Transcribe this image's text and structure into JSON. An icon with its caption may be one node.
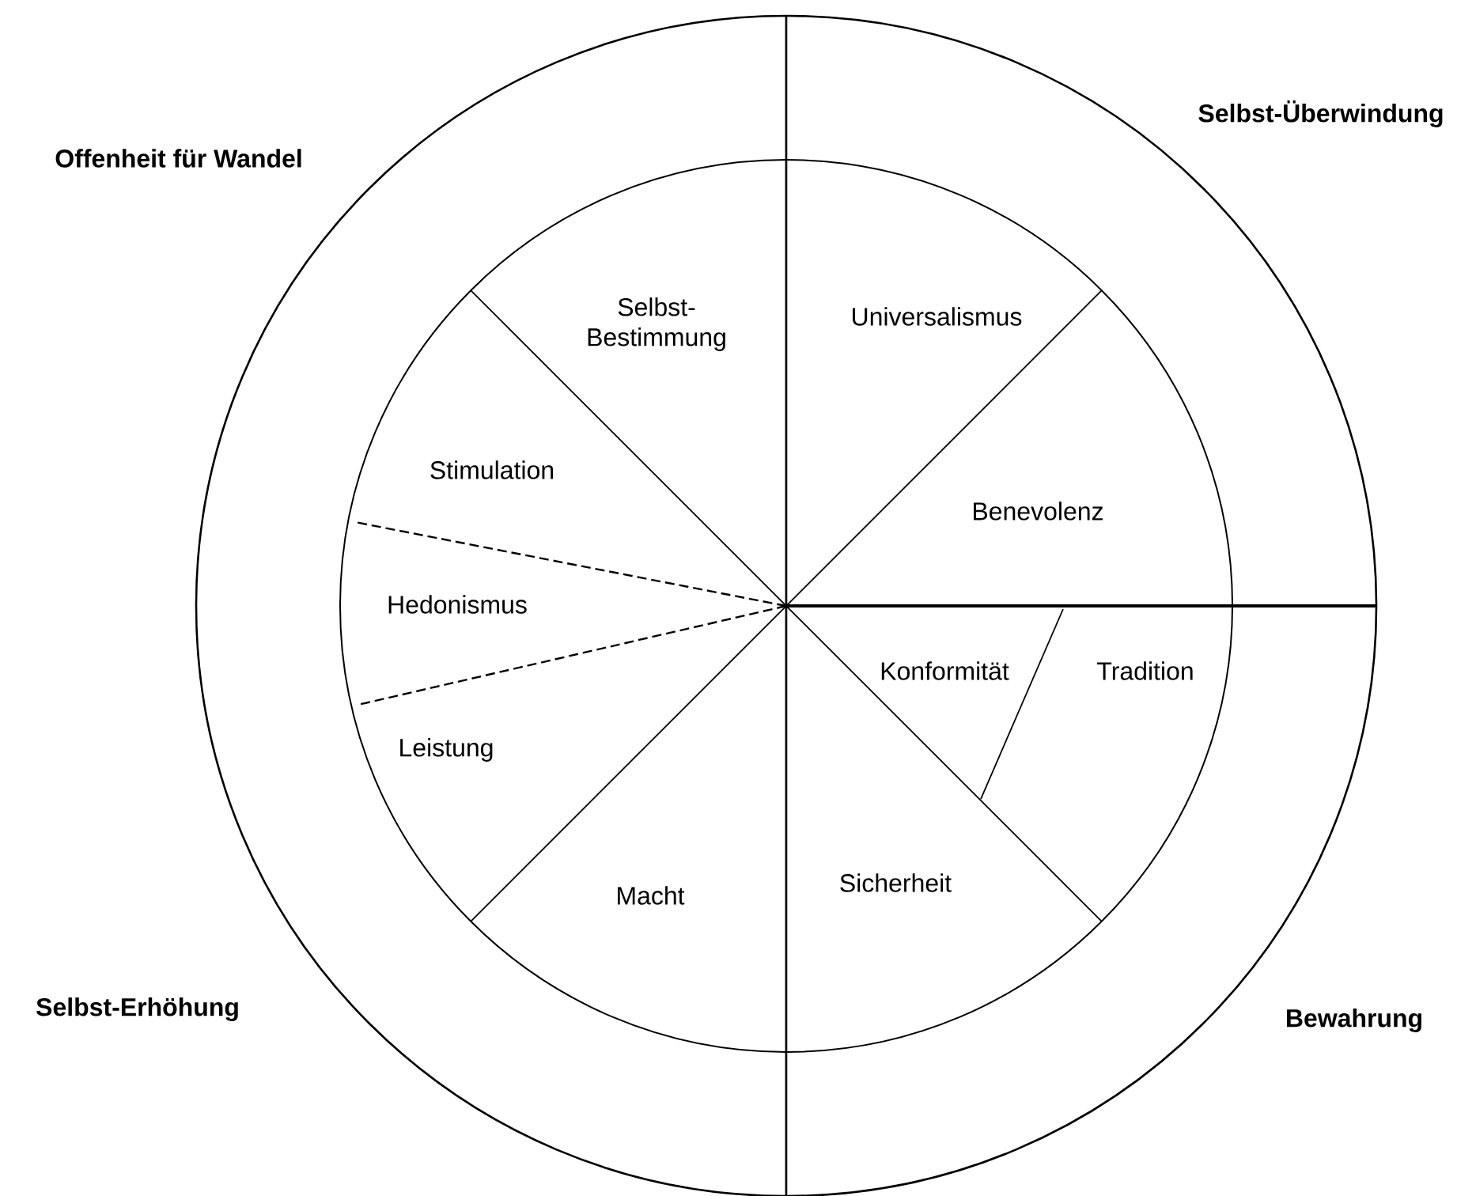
{
  "diagram": {
    "labels": [
      "Offenheit für Wandel",
      "Selbst-Überwindung",
      "Selbst- Bestimmung",
      "Universalismus",
      "Stimulation",
      "Benevolenz",
      "Hedonismus",
      "Konformität",
      "Tradition",
      "Leistung",
      "Macht",
      "Sicherheit",
      "Selbst-Erhöhung",
      "Bewahrung"
    ]
  }
}
